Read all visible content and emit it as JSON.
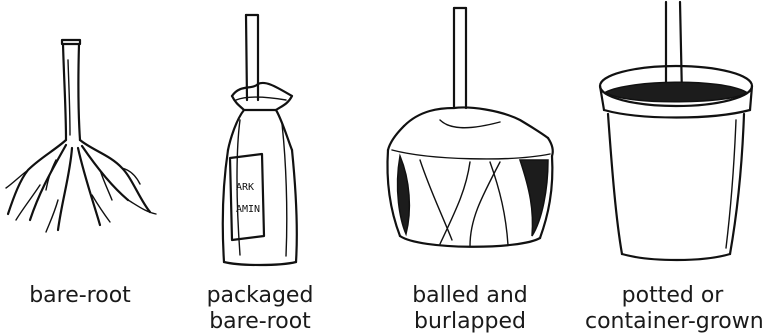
{
  "items": [
    {
      "name": "bare-root",
      "label_lines": [
        "bare-root"
      ]
    },
    {
      "name": "packaged-bare-root",
      "label_lines": [
        "packaged",
        "bare-root"
      ]
    },
    {
      "name": "balled-and-burlapped",
      "label_lines": [
        "balled and",
        "burlapped"
      ]
    },
    {
      "name": "potted-or-container-grown",
      "label_lines": [
        "potted or",
        "container-grown"
      ]
    }
  ],
  "bag_scribble": [
    "ARK",
    "AMIN"
  ]
}
